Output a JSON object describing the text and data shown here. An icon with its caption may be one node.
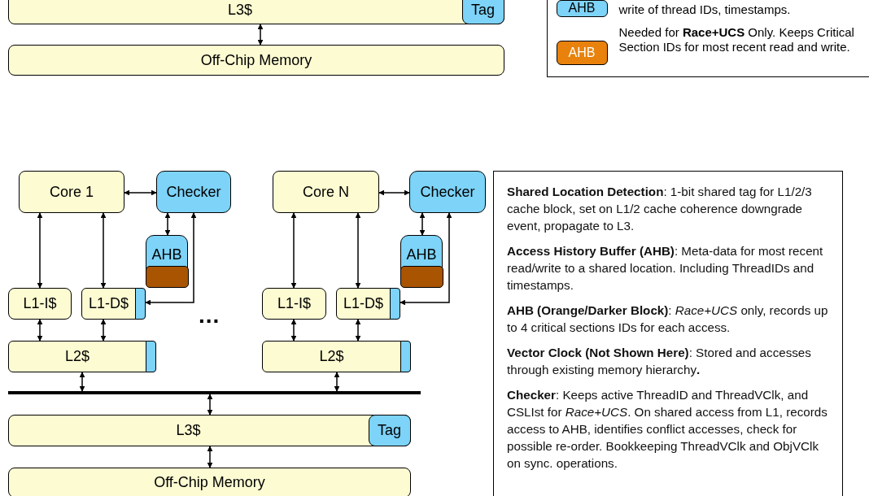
{
  "diagram": {
    "nodes": [
      {
        "text": [
          "L3$"
        ]
      },
      {
        "text": [
          "Tag"
        ],
        "in": 0
      },
      {
        "text": [
          "Off-Chip Memory"
        ]
      },
      {
        "text": [],
        "shape": "box"
      },
      {
        "text": [
          "AHB"
        ],
        "in": 3,
        "beside": [
          "write of thread IDs, timestamps."
        ]
      },
      {
        "text": [
          "AHB"
        ],
        "in": 3,
        "beside": [
          "Needed for **Race+UCS** Only. Keeps Critical Section IDs for most recent read and write."
        ]
      },
      {
        "text": [
          "Core 1"
        ]
      },
      {
        "text": [
          "Checker"
        ]
      },
      {
        "text": [
          "AHB"
        ]
      },
      {
        "text": [
          "L1-I$"
        ]
      },
      {
        "text": [
          "L1-D$"
        ]
      },
      {
        "text": [
          "L2$"
        ]
      },
      {
        "text": [
          "Core N"
        ]
      },
      {
        "text": [
          "Checker"
        ]
      },
      {
        "text": [
          "AHB"
        ]
      },
      {
        "text": [
          "L1-I$"
        ]
      },
      {
        "text": [
          "L1-D$"
        ]
      },
      {
        "text": [
          "L2$"
        ]
      },
      {
        "text": [],
        "shape": "bar"
      },
      {
        "text": [
          "L3$"
        ]
      },
      {
        "text": [
          "Tag"
        ],
        "in": 19
      },
      {
        "text": [
          "Off-Chip Memory"
        ]
      },
      {
        "text": [
          "**Shared Location Detection**: 1-bit shared tag for L1/2/3 cache block, set on L1/2 cache coherence downgrade event, propagate to L3.",
          "**Access History Buffer (AHB)**: Meta-data for most recent read/write to a shared location. Including ThreadIDs and timestamps.",
          "**AHB (Orange/Darker Block)**: *Race+UCS* only, records up to 4 critical sections IDs for each access.",
          "**Vector Clock (Not Shown Here)**: Stored and accesses through existing memory hierarchy**.**",
          "**Checker**: Keeps active ThreadID and ThreadVClk, and CSLIst for *Race+UCS*. On shared access from L1, records access to AHB, identifies conflict accesses, check for possible re-order. Bookkeeping ThreadVClk and ObjVClk on sync. operations."
        ]
      }
    ],
    "edges": [
      {
        "from": 0,
        "to": 2,
        "arrow": "both"
      },
      {
        "from": 6,
        "to": 7,
        "arrow": "both"
      },
      {
        "from": 6,
        "to": 9,
        "arrow": "both"
      },
      {
        "from": 6,
        "to": 10,
        "arrow": "both"
      },
      {
        "from": 7,
        "to": 8,
        "arrow": "both"
      },
      {
        "from": 7,
        "to": 10,
        "arrow": "both"
      },
      {
        "from": 9,
        "to": 11,
        "arrow": "both"
      },
      {
        "from": 10,
        "to": 11,
        "arrow": "both"
      },
      {
        "from": 11,
        "to": 18,
        "arrow": "both"
      },
      {
        "from": 12,
        "to": 13,
        "arrow": "both"
      },
      {
        "from": 12,
        "to": 15,
        "arrow": "both"
      },
      {
        "from": 12,
        "to": 16,
        "arrow": "both"
      },
      {
        "from": 13,
        "to": 14,
        "arrow": "both"
      },
      {
        "from": 13,
        "to": 16,
        "arrow": "both"
      },
      {
        "from": 15,
        "to": 17,
        "arrow": "both"
      },
      {
        "from": 16,
        "to": 17,
        "arrow": "both"
      },
      {
        "from": 17,
        "to": 18,
        "arrow": "both"
      },
      {
        "from": 18,
        "to": 19,
        "arrow": "both"
      },
      {
        "from": 19,
        "to": 21,
        "arrow": "both"
      }
    ],
    "labels": [
      "..."
    ]
  }
}
